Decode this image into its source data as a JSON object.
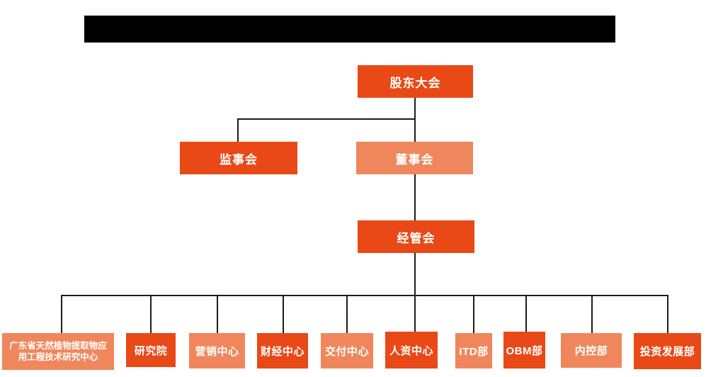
{
  "page": {
    "background_color": "#ffffff",
    "redacted_title_bar_color": "#000000"
  },
  "colors": {
    "node_primary": "#e84917",
    "node_secondary": "#f0875c",
    "connector_line": "#1c1c1c",
    "node_text": "#ffffff"
  },
  "org_chart": {
    "nodes": {
      "shareholders": {
        "label": "股东大会",
        "variant": "dark"
      },
      "supervisory": {
        "label": "监事会",
        "variant": "dark"
      },
      "board": {
        "label": "董事会",
        "variant": "light"
      },
      "management": {
        "label": "经管会",
        "variant": "dark"
      },
      "gd_research_center": {
        "label": "广东省天然植物提取物应\n用工程技术研究中心",
        "variant": "light"
      },
      "research_institute": {
        "label": "研究院",
        "variant": "dark"
      },
      "marketing": {
        "label": "营销中心",
        "variant": "light"
      },
      "finance": {
        "label": "财经中心",
        "variant": "dark"
      },
      "delivery": {
        "label": "交付中心",
        "variant": "light"
      },
      "hr": {
        "label": "人资中心",
        "variant": "dark"
      },
      "itd": {
        "label": "ITD部",
        "variant": "light"
      },
      "obm": {
        "label": "OBM部",
        "variant": "dark"
      },
      "internal_control": {
        "label": "内控部",
        "variant": "light"
      },
      "investment": {
        "label": "投资发展部",
        "variant": "dark"
      }
    },
    "hierarchy": [
      {
        "parent": "股东大会",
        "children": [
          "监事会",
          "董事会"
        ]
      },
      {
        "parent": "董事会",
        "children": [
          "经管会"
        ]
      },
      {
        "parent": "经管会",
        "children": [
          "广东省天然植物提取物应用工程技术研究中心",
          "研究院",
          "营销中心",
          "财经中心",
          "交付中心",
          "人资中心",
          "ITD部",
          "OBM部",
          "内控部",
          "投资发展部"
        ]
      }
    ]
  }
}
